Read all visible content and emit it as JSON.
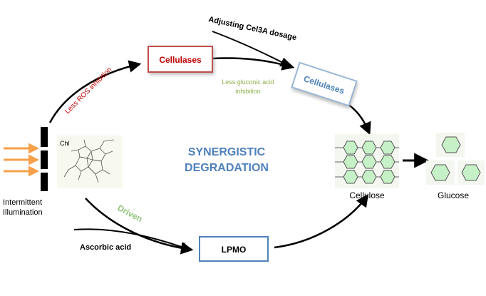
{
  "labels": {
    "adjusting": "Adjusting Cel3A dosage",
    "cellulases_1": "Cellulases",
    "cellulases_2": "Cellulases",
    "less_ros": "Less ROS inhibition",
    "less_gluconic_1": "Less gluconic acid",
    "less_gluconic_2": "inhibition",
    "synergistic": "SYNERGISTIC",
    "degradation": "DEGRADATION",
    "chl": "Chl",
    "intermittent": "Intermittent",
    "illumination": "Illumination",
    "driven": "Driven",
    "ascorbic": "Ascorbic acid",
    "lpmo": "LPMO",
    "cellulose": "Cellulose",
    "glucose": "Glucose"
  },
  "colors": {
    "cellulases_1_border": "#c0504d",
    "cellulases_1_text": "#c00000",
    "cellulases_2_border": "#9bb7d6",
    "cellulases_2_text": "#4a82b8",
    "less_ros_text": "#c00000",
    "less_gluconic_text": "#8db04a",
    "synergistic_text": "#4f81bd",
    "driven_text": "#92c47c",
    "hexagon_fill": "#c6f0c6",
    "arrow_orange": "#f6a04a"
  }
}
